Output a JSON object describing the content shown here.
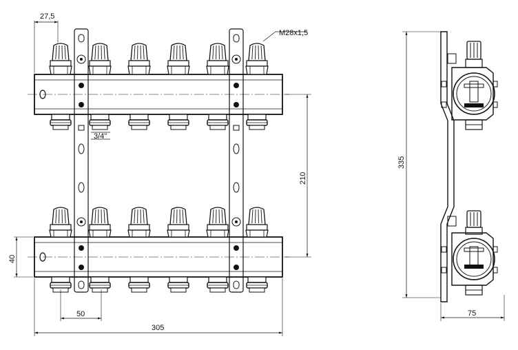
{
  "dimensions": {
    "offset_first_outlet": "27,5",
    "thread": "M28x1,5",
    "connection_size": "3/4\"",
    "axis_distance": "210",
    "bar_height": "40",
    "outlet_pitch": "50",
    "total_width": "305",
    "side_height": "335",
    "side_depth": "75"
  },
  "outlets_per_bar": 6,
  "colors": {
    "line": "#111111",
    "background": "#ffffff"
  }
}
